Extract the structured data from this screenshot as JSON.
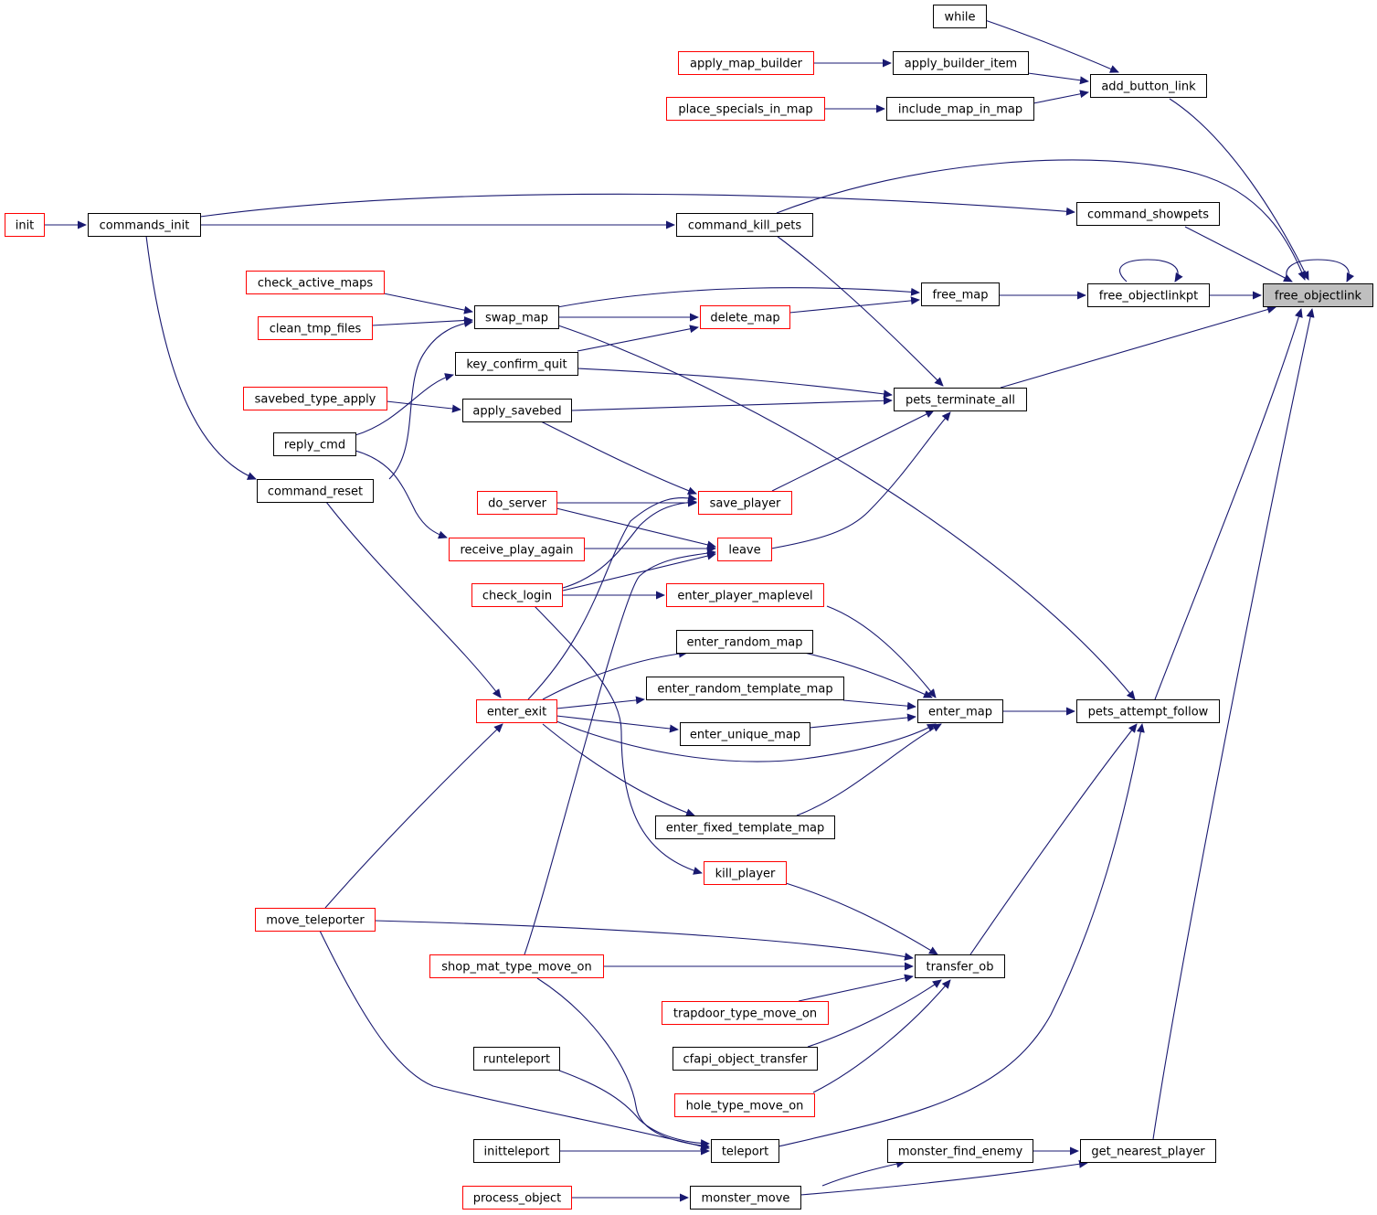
{
  "colors": {
    "edge": "#191970",
    "node_border_black": "#000000",
    "node_border_red": "#ff0000",
    "root_fill": "#bfbfbf",
    "node_fill": "#ffffff"
  },
  "graph": {
    "root": "free_objectlink",
    "nodes": [
      {
        "id": "free_objectlink",
        "label": "free_objectlink",
        "style": "root"
      },
      {
        "id": "while",
        "label": "while",
        "style": "black"
      },
      {
        "id": "add_button_link",
        "label": "add_button_link",
        "style": "black"
      },
      {
        "id": "apply_map_builder",
        "label": "apply_map_builder",
        "style": "red"
      },
      {
        "id": "apply_builder_item",
        "label": "apply_builder_item",
        "style": "black"
      },
      {
        "id": "place_specials_in_map",
        "label": "place_specials_in_map",
        "style": "red"
      },
      {
        "id": "include_map_in_map",
        "label": "include_map_in_map",
        "style": "black"
      },
      {
        "id": "init",
        "label": "init",
        "style": "red"
      },
      {
        "id": "commands_init",
        "label": "commands_init",
        "style": "black"
      },
      {
        "id": "command_showpets",
        "label": "command_showpets",
        "style": "black"
      },
      {
        "id": "command_kill_pets",
        "label": "command_kill_pets",
        "style": "black"
      },
      {
        "id": "check_active_maps",
        "label": "check_active_maps",
        "style": "red"
      },
      {
        "id": "clean_tmp_files",
        "label": "clean_tmp_files",
        "style": "red"
      },
      {
        "id": "swap_map",
        "label": "swap_map",
        "style": "black"
      },
      {
        "id": "free_map",
        "label": "free_map",
        "style": "black"
      },
      {
        "id": "free_objectlinkpt",
        "label": "free_objectlinkpt",
        "style": "black"
      },
      {
        "id": "delete_map",
        "label": "delete_map",
        "style": "red"
      },
      {
        "id": "key_confirm_quit",
        "label": "key_confirm_quit",
        "style": "black"
      },
      {
        "id": "savebed_type_apply",
        "label": "savebed_type_apply",
        "style": "red"
      },
      {
        "id": "apply_savebed",
        "label": "apply_savebed",
        "style": "black"
      },
      {
        "id": "pets_terminate_all",
        "label": "pets_terminate_all",
        "style": "black"
      },
      {
        "id": "reply_cmd",
        "label": "reply_cmd",
        "style": "black"
      },
      {
        "id": "command_reset",
        "label": "command_reset",
        "style": "black"
      },
      {
        "id": "do_server",
        "label": "do_server",
        "style": "red"
      },
      {
        "id": "save_player",
        "label": "save_player",
        "style": "red"
      },
      {
        "id": "receive_play_again",
        "label": "receive_play_again",
        "style": "red"
      },
      {
        "id": "leave",
        "label": "leave",
        "style": "red"
      },
      {
        "id": "check_login",
        "label": "check_login",
        "style": "red"
      },
      {
        "id": "enter_player_maplevel",
        "label": "enter_player_maplevel",
        "style": "red"
      },
      {
        "id": "enter_random_map",
        "label": "enter_random_map",
        "style": "black"
      },
      {
        "id": "enter_random_template_map",
        "label": "enter_random_template_map",
        "style": "black"
      },
      {
        "id": "enter_exit",
        "label": "enter_exit",
        "style": "red"
      },
      {
        "id": "enter_map",
        "label": "enter_map",
        "style": "black"
      },
      {
        "id": "pets_attempt_follow",
        "label": "pets_attempt_follow",
        "style": "black"
      },
      {
        "id": "enter_unique_map",
        "label": "enter_unique_map",
        "style": "black"
      },
      {
        "id": "enter_fixed_template_map",
        "label": "enter_fixed_template_map",
        "style": "black"
      },
      {
        "id": "kill_player",
        "label": "kill_player",
        "style": "red"
      },
      {
        "id": "move_teleporter",
        "label": "move_teleporter",
        "style": "red"
      },
      {
        "id": "transfer_ob",
        "label": "transfer_ob",
        "style": "black"
      },
      {
        "id": "shop_mat_type_move_on",
        "label": "shop_mat_type_move_on",
        "style": "red"
      },
      {
        "id": "trapdoor_type_move_on",
        "label": "trapdoor_type_move_on",
        "style": "red"
      },
      {
        "id": "cfapi_object_transfer",
        "label": "cfapi_object_transfer",
        "style": "black"
      },
      {
        "id": "runteleport",
        "label": "runteleport",
        "style": "black"
      },
      {
        "id": "hole_type_move_on",
        "label": "hole_type_move_on",
        "style": "red"
      },
      {
        "id": "initteleport",
        "label": "initteleport",
        "style": "black"
      },
      {
        "id": "teleport",
        "label": "teleport",
        "style": "black"
      },
      {
        "id": "monster_find_enemy",
        "label": "monster_find_enemy",
        "style": "black"
      },
      {
        "id": "get_nearest_player",
        "label": "get_nearest_player",
        "style": "black"
      },
      {
        "id": "process_object",
        "label": "process_object",
        "style": "red"
      },
      {
        "id": "monster_move",
        "label": "monster_move",
        "style": "black"
      }
    ],
    "edges": [
      {
        "from": "free_objectlink",
        "to": "free_objectlink"
      },
      {
        "from": "add_button_link",
        "to": "free_objectlink"
      },
      {
        "from": "command_kill_pets",
        "to": "free_objectlink"
      },
      {
        "from": "command_showpets",
        "to": "free_objectlink"
      },
      {
        "from": "free_objectlinkpt",
        "to": "free_objectlink"
      },
      {
        "from": "pets_terminate_all",
        "to": "free_objectlink"
      },
      {
        "from": "pets_attempt_follow",
        "to": "free_objectlink"
      },
      {
        "from": "get_nearest_player",
        "to": "free_objectlink"
      },
      {
        "from": "while",
        "to": "add_button_link"
      },
      {
        "from": "apply_builder_item",
        "to": "add_button_link"
      },
      {
        "from": "include_map_in_map",
        "to": "add_button_link"
      },
      {
        "from": "apply_map_builder",
        "to": "apply_builder_item"
      },
      {
        "from": "place_specials_in_map",
        "to": "include_map_in_map"
      },
      {
        "from": "init",
        "to": "commands_init"
      },
      {
        "from": "commands_init",
        "to": "command_showpets"
      },
      {
        "from": "commands_init",
        "to": "command_kill_pets"
      },
      {
        "from": "commands_init",
        "to": "command_reset"
      },
      {
        "from": "free_objectlinkpt",
        "to": "free_objectlinkpt"
      },
      {
        "from": "free_map",
        "to": "free_objectlinkpt"
      },
      {
        "from": "swap_map",
        "to": "free_map"
      },
      {
        "from": "delete_map",
        "to": "free_map"
      },
      {
        "from": "check_active_maps",
        "to": "swap_map"
      },
      {
        "from": "clean_tmp_files",
        "to": "swap_map"
      },
      {
        "from": "command_reset",
        "to": "swap_map"
      },
      {
        "from": "swap_map",
        "to": "delete_map"
      },
      {
        "from": "key_confirm_quit",
        "to": "delete_map"
      },
      {
        "from": "reply_cmd",
        "to": "key_confirm_quit"
      },
      {
        "from": "savebed_type_apply",
        "to": "apply_savebed"
      },
      {
        "from": "command_kill_pets",
        "to": "pets_terminate_all"
      },
      {
        "from": "key_confirm_quit",
        "to": "pets_terminate_all"
      },
      {
        "from": "apply_savebed",
        "to": "pets_terminate_all"
      },
      {
        "from": "save_player",
        "to": "pets_terminate_all"
      },
      {
        "from": "leave",
        "to": "pets_terminate_all"
      },
      {
        "from": "apply_savebed",
        "to": "save_player"
      },
      {
        "from": "do_server",
        "to": "save_player"
      },
      {
        "from": "check_login",
        "to": "save_player"
      },
      {
        "from": "enter_exit",
        "to": "save_player"
      },
      {
        "from": "do_server",
        "to": "leave"
      },
      {
        "from": "receive_play_again",
        "to": "leave"
      },
      {
        "from": "check_login",
        "to": "leave"
      },
      {
        "from": "shop_mat_type_move_on",
        "to": "leave"
      },
      {
        "from": "reply_cmd",
        "to": "receive_play_again"
      },
      {
        "from": "check_login",
        "to": "enter_player_maplevel"
      },
      {
        "from": "check_login",
        "to": "kill_player"
      },
      {
        "from": "command_reset",
        "to": "enter_exit"
      },
      {
        "from": "move_teleporter",
        "to": "enter_exit"
      },
      {
        "from": "enter_exit",
        "to": "enter_random_map"
      },
      {
        "from": "enter_exit",
        "to": "enter_random_template_map"
      },
      {
        "from": "enter_exit",
        "to": "enter_unique_map"
      },
      {
        "from": "enter_exit",
        "to": "enter_fixed_template_map"
      },
      {
        "from": "enter_exit",
        "to": "enter_map"
      },
      {
        "from": "enter_player_maplevel",
        "to": "enter_map"
      },
      {
        "from": "enter_random_map",
        "to": "enter_map"
      },
      {
        "from": "enter_random_template_map",
        "to": "enter_map"
      },
      {
        "from": "enter_unique_map",
        "to": "enter_map"
      },
      {
        "from": "enter_fixed_template_map",
        "to": "enter_map"
      },
      {
        "from": "swap_map",
        "to": "pets_attempt_follow"
      },
      {
        "from": "enter_map",
        "to": "pets_attempt_follow"
      },
      {
        "from": "transfer_ob",
        "to": "pets_attempt_follow"
      },
      {
        "from": "teleport",
        "to": "pets_attempt_follow"
      },
      {
        "from": "kill_player",
        "to": "transfer_ob"
      },
      {
        "from": "move_teleporter",
        "to": "transfer_ob"
      },
      {
        "from": "shop_mat_type_move_on",
        "to": "transfer_ob"
      },
      {
        "from": "trapdoor_type_move_on",
        "to": "transfer_ob"
      },
      {
        "from": "cfapi_object_transfer",
        "to": "transfer_ob"
      },
      {
        "from": "hole_type_move_on",
        "to": "transfer_ob"
      },
      {
        "from": "move_teleporter",
        "to": "teleport"
      },
      {
        "from": "shop_mat_type_move_on",
        "to": "teleport"
      },
      {
        "from": "runteleport",
        "to": "teleport"
      },
      {
        "from": "initteleport",
        "to": "teleport"
      },
      {
        "from": "monster_find_enemy",
        "to": "get_nearest_player"
      },
      {
        "from": "monster_move",
        "to": "get_nearest_player"
      },
      {
        "from": "monster_move",
        "to": "monster_find_enemy"
      },
      {
        "from": "process_object",
        "to": "monster_move"
      }
    ]
  }
}
